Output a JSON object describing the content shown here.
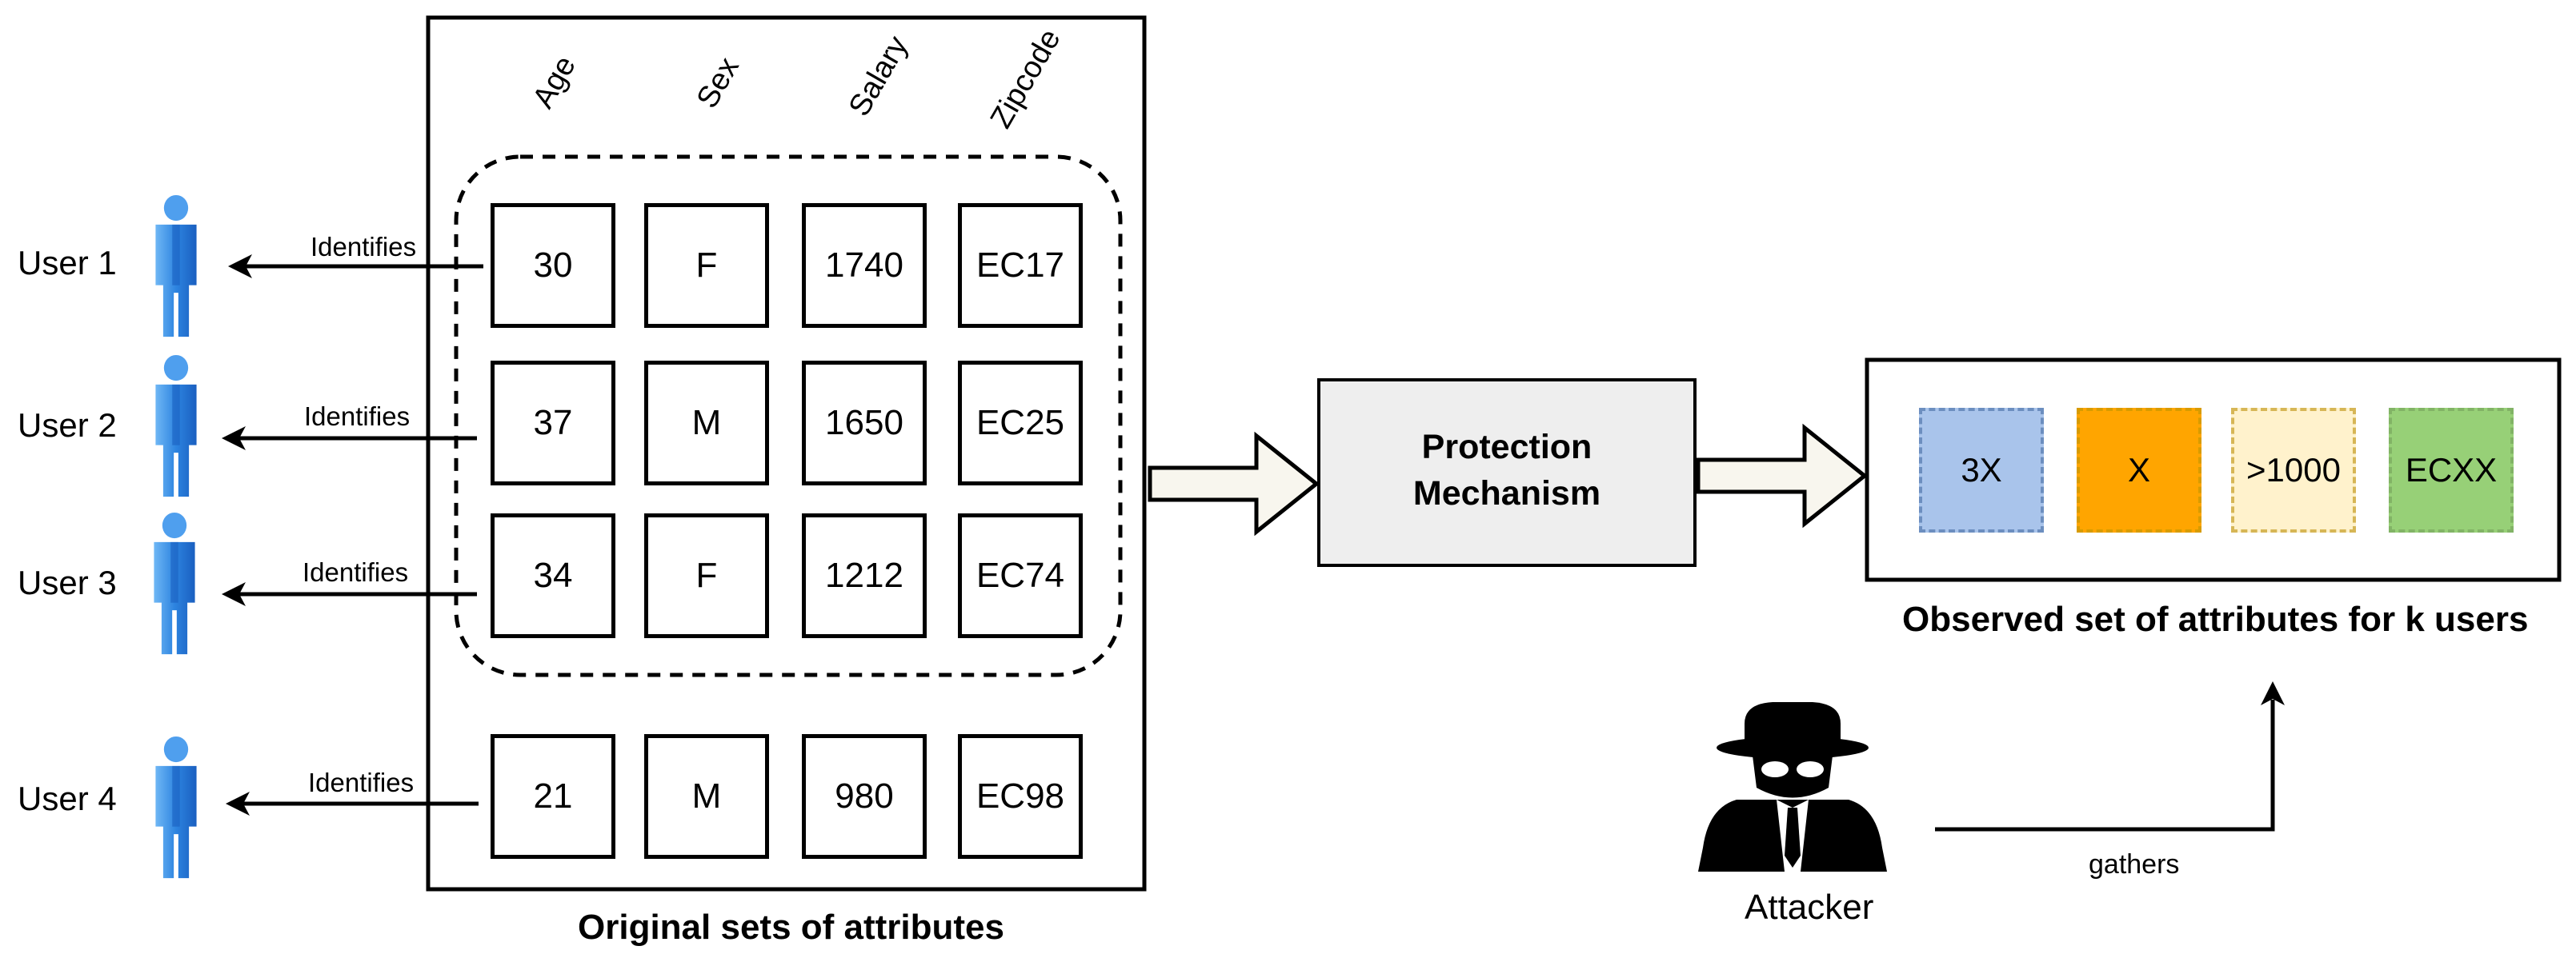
{
  "users": [
    {
      "label": "User 1",
      "edge": "Identifies"
    },
    {
      "label": "User 2",
      "edge": "Identifies"
    },
    {
      "label": "User 3",
      "edge": "Identifies"
    },
    {
      "label": "User 4",
      "edge": "Identifies"
    }
  ],
  "columns": [
    "Age",
    "Sex",
    "Salary",
    "Zipcode"
  ],
  "rows": [
    [
      "30",
      "F",
      "1740",
      "EC17"
    ],
    [
      "37",
      "M",
      "1650",
      "EC25"
    ],
    [
      "34",
      "F",
      "1212",
      "EC74"
    ],
    [
      "21",
      "M",
      "980",
      "EC98"
    ]
  ],
  "original_caption": "Original sets of attributes",
  "mechanism": {
    "line1": "Protection",
    "line2": "Mechanism"
  },
  "observed": {
    "cells": [
      {
        "value": "3X",
        "fill": "#a9c4eb",
        "border": "#6c8ebf"
      },
      {
        "value": "X",
        "fill": "#ffa500",
        "border": "#d79b00"
      },
      {
        "value": ">1000",
        "fill": "#fff2cc",
        "border": "#d6b656"
      },
      {
        "value": "ECXX",
        "fill": "#97d077",
        "border": "#82b366"
      }
    ],
    "caption": "Observed set of attributes for k users"
  },
  "attacker": {
    "label": "Attacker",
    "edge": "gathers"
  },
  "colors": {
    "user_blue": "#1f6fd1",
    "user_light": "#5aa9f0",
    "mechanism_fill": "#eeeeee"
  }
}
